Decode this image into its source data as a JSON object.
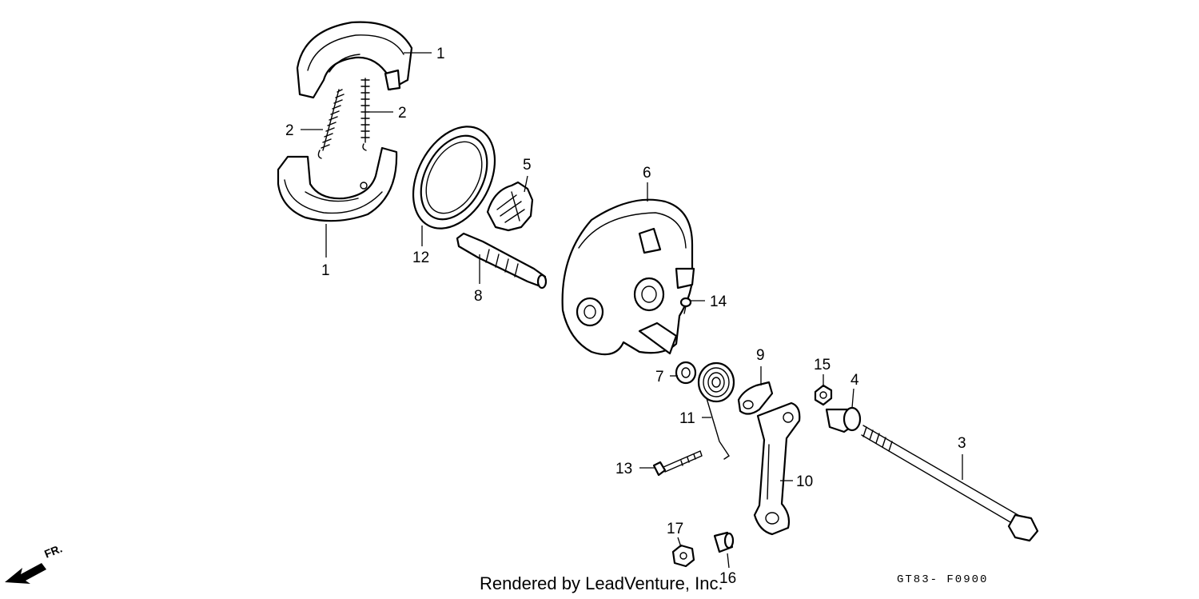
{
  "callouts": {
    "c1a": "1",
    "c1b": "1",
    "c2a": "2",
    "c2b": "2",
    "c3": "3",
    "c4": "4",
    "c5": "5",
    "c6": "6",
    "c7": "7",
    "c8": "8",
    "c9": "9",
    "c10": "10",
    "c11": "11",
    "c12": "12",
    "c13": "13",
    "c14": "14",
    "c15": "15",
    "c16": "16",
    "c17": "17"
  },
  "footer": {
    "credit": "Rendered by LeadVenture, Inc.",
    "diagram_code": "GT83- F0900",
    "direction_label": "FR."
  },
  "icons": {
    "direction": "front-direction-arrow-icon"
  }
}
